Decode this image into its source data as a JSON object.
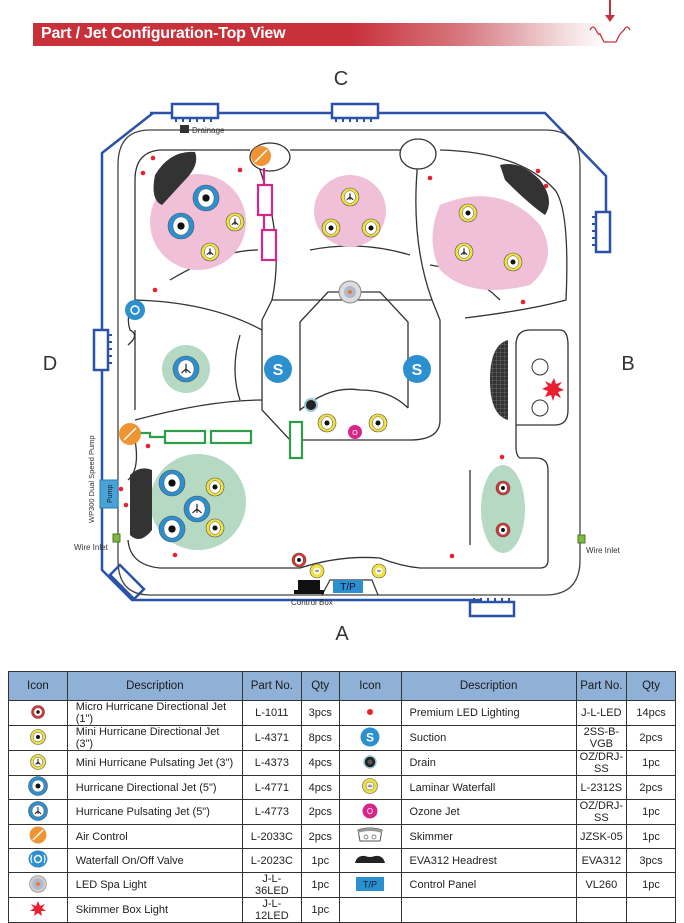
{
  "header": {
    "title": "Part / Jet Configuration-Top View",
    "accent_color": "#c8303a"
  },
  "diagram": {
    "side_labels": {
      "top": "C",
      "right": "B",
      "bottom": "A",
      "left": "D"
    },
    "labels": {
      "drainage": "Drainage",
      "pump_name": "WP300 Dual Speed Pump",
      "pump": "Pump",
      "wire_inlet_left": "Wire Inlet",
      "wire_inlet_right": "Wire Inlet",
      "control_box": "Control Box",
      "suction": "S",
      "ozone": "O",
      "control_panel": "T/P"
    },
    "colors": {
      "plumbing_blue": "#2a52a8",
      "air_pink": "#d6268a",
      "air_green": "#2e9e46",
      "zone_pink": "#f0c0d8",
      "zone_green": "#b5d9c3",
      "suction_blue": "#2b8fd0",
      "led_red": "#e8202f",
      "air_control_orange": "#ef9433"
    }
  },
  "table": {
    "headers": [
      "Icon",
      "Description",
      "Part No.",
      "Qty",
      "Icon",
      "Description",
      "Part No.",
      "Qty"
    ],
    "left_rows": [
      {
        "icon": "micro-hurricane-directional-jet-icon",
        "description": "Micro Hurricane Directional Jet (1\")",
        "part_no": "L-1011",
        "qty": "3pcs"
      },
      {
        "icon": "mini-hurricane-directional-jet-icon",
        "description": "Mini Hurricane Directional Jet (3\")",
        "part_no": "L-4371",
        "qty": "8pcs"
      },
      {
        "icon": "mini-hurricane-pulsating-jet-icon",
        "description": "Mini Hurricane Pulsating Jet (3\")",
        "part_no": "L-4373",
        "qty": "4pcs"
      },
      {
        "icon": "hurricane-directional-jet-icon",
        "description": "Hurricane Directional Jet (5\")",
        "part_no": "L-4771",
        "qty": "4pcs"
      },
      {
        "icon": "hurricane-pulsating-jet-icon",
        "description": "Hurricane Pulsating Jet (5\")",
        "part_no": "L-4773",
        "qty": "2pcs"
      },
      {
        "icon": "air-control-icon",
        "description": "Air Control",
        "part_no": "L-2033C",
        "qty": "2pcs"
      },
      {
        "icon": "waterfall-valve-icon",
        "description": "Waterfall On/Off Valve",
        "part_no": "L-2023C",
        "qty": "1pc"
      },
      {
        "icon": "led-spa-light-icon",
        "description": "LED Spa Light",
        "part_no": "J-L-36LED",
        "qty": "1pc"
      },
      {
        "icon": "skimmer-box-light-icon",
        "description": "Skimmer Box Light",
        "part_no": "J-L-12LED",
        "qty": "1pc"
      }
    ],
    "right_rows": [
      {
        "icon": "premium-led-icon",
        "description": "Premium LED Lighting",
        "part_no": "J-L-LED",
        "qty": "14pcs"
      },
      {
        "icon": "suction-icon",
        "description": "Suction",
        "part_no": "2SS-B-VGB",
        "qty": "2pcs",
        "glyph": "S"
      },
      {
        "icon": "drain-icon",
        "description": "Drain",
        "part_no": "OZ/DRJ-SS",
        "qty": "1pc"
      },
      {
        "icon": "laminar-waterfall-icon",
        "description": "Laminar Waterfall",
        "part_no": "L-2312S",
        "qty": "2pcs"
      },
      {
        "icon": "ozone-jet-icon",
        "description": "Ozone Jet",
        "part_no": "OZ/DRJ-SS",
        "qty": "1pc",
        "glyph": "O"
      },
      {
        "icon": "skimmer-icon",
        "description": "Skimmer",
        "part_no": "JZSK-05",
        "qty": "1pc"
      },
      {
        "icon": "headrest-icon",
        "description": "EVA312 Headrest",
        "part_no": "EVA312",
        "qty": "3pcs"
      },
      {
        "icon": "control-panel-icon",
        "description": "Control Panel",
        "part_no": "VL260",
        "qty": "1pc",
        "glyph": "T/P"
      },
      {
        "icon": "",
        "description": "",
        "part_no": "",
        "qty": ""
      }
    ]
  }
}
